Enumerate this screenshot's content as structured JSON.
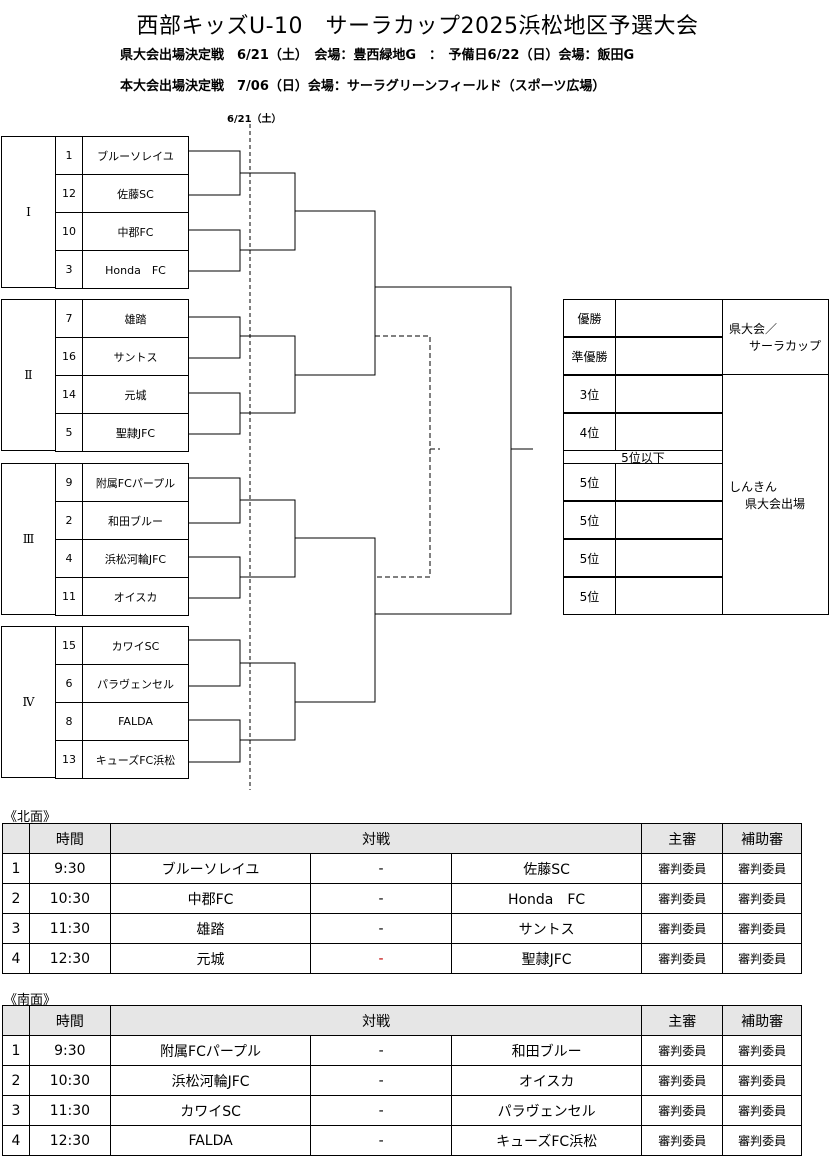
{
  "header": {
    "title": "西部キッズU-10　サーラカップ2025浜松地区予選大会",
    "line1": "県大会出場決定戦　6/21（土）　会場：豊西緑地G　：　予備日6/22（日）会場：飯田G",
    "line2": "本大会出場決定戦　7/06（日）会場：サーラグリーンフィールド（スポーツ広場）"
  },
  "bracket": {
    "date_label": "6/21（土）",
    "groups": [
      {
        "label": "Ⅰ",
        "teams": [
          {
            "num": "1",
            "name": "ブルーソレイユ"
          },
          {
            "num": "12",
            "name": "佐藤SC"
          },
          {
            "num": "10",
            "name": "中郡FC"
          },
          {
            "num": "3",
            "name": "Honda　FC"
          }
        ]
      },
      {
        "label": "Ⅱ",
        "teams": [
          {
            "num": "7",
            "name": "雄踏"
          },
          {
            "num": "16",
            "name": "サントス"
          },
          {
            "num": "14",
            "name": "元城"
          },
          {
            "num": "5",
            "name": "聖隷JFC"
          }
        ]
      },
      {
        "label": "Ⅲ",
        "teams": [
          {
            "num": "9",
            "name": "附属FCパープル"
          },
          {
            "num": "2",
            "name": "和田ブルー"
          },
          {
            "num": "4",
            "name": "浜松河輪JFC"
          },
          {
            "num": "11",
            "name": "オイスカ"
          }
        ]
      },
      {
        "label": "Ⅳ",
        "teams": [
          {
            "num": "15",
            "name": "カワイSC"
          },
          {
            "num": "6",
            "name": "パラヴェンセル"
          },
          {
            "num": "8",
            "name": "FALDA"
          },
          {
            "num": "13",
            "name": "キューズFC浜松"
          }
        ]
      }
    ]
  },
  "results": {
    "ranks": [
      "優勝",
      "準優勝",
      "3位",
      "4位",
      "5位",
      "5位",
      "5位",
      "5位"
    ],
    "below5_label": "5位以下",
    "note_top_1": "県大会／",
    "note_top_2": "サーラカップ",
    "note_bottom_1": "しんきん",
    "note_bottom_2": "県大会出場"
  },
  "north": {
    "label": "《北面》",
    "headers": {
      "time": "時間",
      "match": "対戦",
      "referee": "主審",
      "assistant": "補助審"
    },
    "rows": [
      {
        "no": "1",
        "time": "9:30",
        "home": "ブルーソレイユ",
        "sep": "-",
        "away": "佐藤SC",
        "ref": "審判委員",
        "asst": "審判委員"
      },
      {
        "no": "2",
        "time": "10:30",
        "home": "中郡FC",
        "sep": "-",
        "away": "Honda　FC",
        "ref": "審判委員",
        "asst": "審判委員"
      },
      {
        "no": "3",
        "time": "11:30",
        "home": "雄踏",
        "sep": "-",
        "away": "サントス",
        "ref": "審判委員",
        "asst": "審判委員"
      },
      {
        "no": "4",
        "time": "12:30",
        "home": "元城",
        "sep": "-",
        "away": "聖隷JFC",
        "ref": "審判委員",
        "asst": "審判委員"
      }
    ]
  },
  "south": {
    "label": "《南面》",
    "headers": {
      "time": "時間",
      "match": "対戦",
      "referee": "主審",
      "assistant": "補助審"
    },
    "rows": [
      {
        "no": "1",
        "time": "9:30",
        "home": "附属FCパープル",
        "sep": "-",
        "away": "和田ブルー",
        "ref": "審判委員",
        "asst": "審判委員"
      },
      {
        "no": "2",
        "time": "10:30",
        "home": "浜松河輪JFC",
        "sep": "-",
        "away": "オイスカ",
        "ref": "審判委員",
        "asst": "審判委員"
      },
      {
        "no": "3",
        "time": "11:30",
        "home": "カワイSC",
        "sep": "-",
        "away": "パラヴェンセル",
        "ref": "審判委員",
        "asst": "審判委員"
      },
      {
        "no": "4",
        "time": "12:30",
        "home": "FALDA",
        "sep": "-",
        "away": "キューズFC浜松",
        "ref": "審判委員",
        "asst": "審判委員"
      }
    ]
  }
}
